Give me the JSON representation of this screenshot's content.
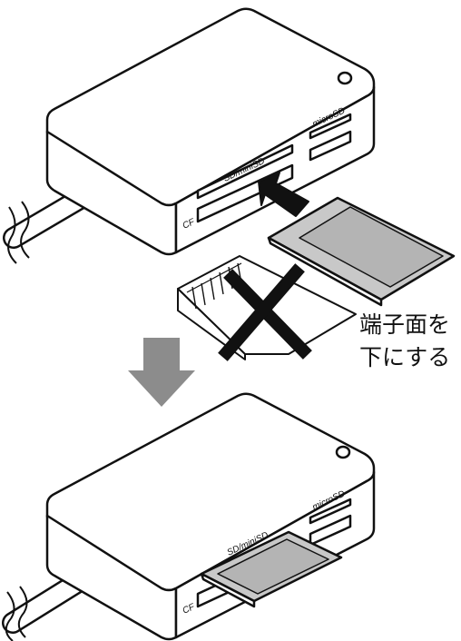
{
  "top_reader": {
    "slot_sd": "SD/miniSD",
    "slot_micro": "microSD",
    "slot_cf": "CF"
  },
  "bottom_reader": {
    "slot_sd": "SD/miniSD",
    "slot_micro": "microSD",
    "slot_cf": "CF"
  },
  "annotation": {
    "line1": "端子面を",
    "line2": "下にする"
  },
  "colors": {
    "outline": "#111111",
    "card_face": "#c8c8c8",
    "card_label": "#b4b4b4",
    "arrow_down": "#8c8c8c",
    "arrow_insert": "#111111",
    "cross": "#111111"
  }
}
